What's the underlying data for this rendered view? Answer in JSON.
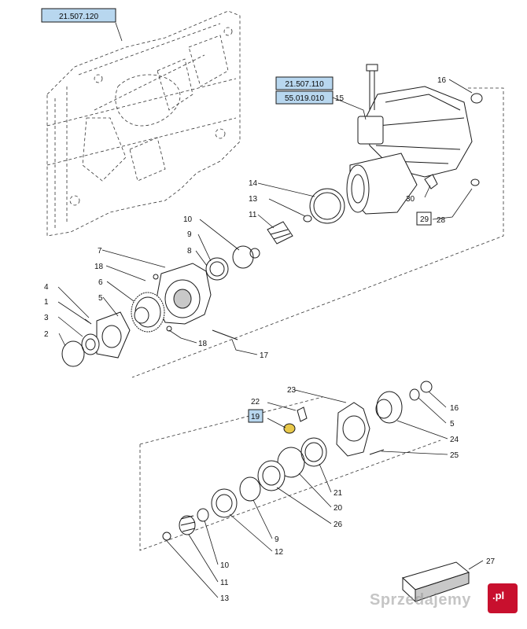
{
  "references": {
    "top": "21.507.120",
    "pump_a": "21.507.110",
    "pump_b": "55.019.010"
  },
  "callouts": {
    "c1": "1",
    "c2": "2",
    "c3": "3",
    "c4": "4",
    "c5a": "5",
    "c5b": "5",
    "c6": "6",
    "c7": "7",
    "c8": "8",
    "c9a": "9",
    "c9b": "9",
    "c10a": "10",
    "c10b": "10",
    "c11a": "11",
    "c11b": "11",
    "c12": "12",
    "c13a": "13",
    "c13b": "13",
    "c14": "14",
    "c15": "15",
    "c16a": "16",
    "c16b": "16",
    "c17": "17",
    "c18a": "18",
    "c18b": "18",
    "c19": "19",
    "c20": "20",
    "c21": "21",
    "c22": "22",
    "c23": "23",
    "c24": "24",
    "c25": "25",
    "c26": "26",
    "c27": "27",
    "c28": "28",
    "c29": "29",
    "c30": "30"
  },
  "watermark": {
    "text": "Sprzedajemy",
    "logo": ".pl"
  },
  "colors": {
    "highlight_box": "#b8d7ef",
    "highlight_part": "#e8c84a",
    "watermark_logo": "#c8102e"
  }
}
